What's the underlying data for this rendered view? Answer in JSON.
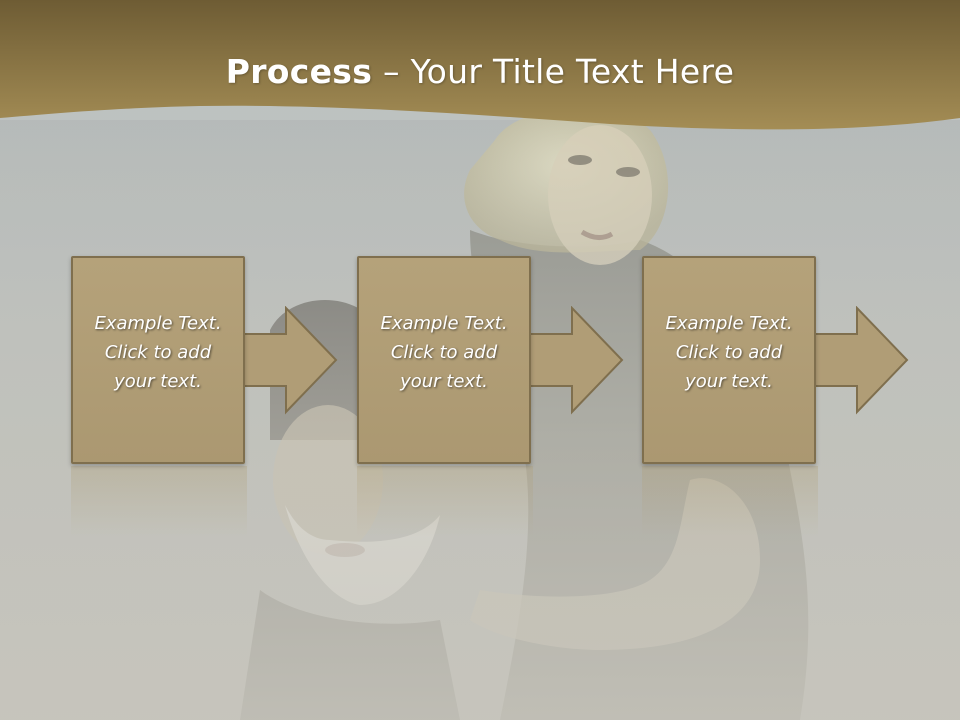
{
  "slide": {
    "title_bold": "Process",
    "title_dash": " – ",
    "title_rest": "Your Title Text Here",
    "colors": {
      "header": "#8e7a45",
      "box_fill": "#b09d76",
      "box_border": "#7f6f4e",
      "background": "#c3c6c1"
    }
  },
  "steps": [
    {
      "text": "Example Text.\nClick  to add\nyour text."
    },
    {
      "text": "Example Text.\nClick  to add\nyour text."
    },
    {
      "text": "Example Text.\nClick  to add\nyour text."
    }
  ]
}
